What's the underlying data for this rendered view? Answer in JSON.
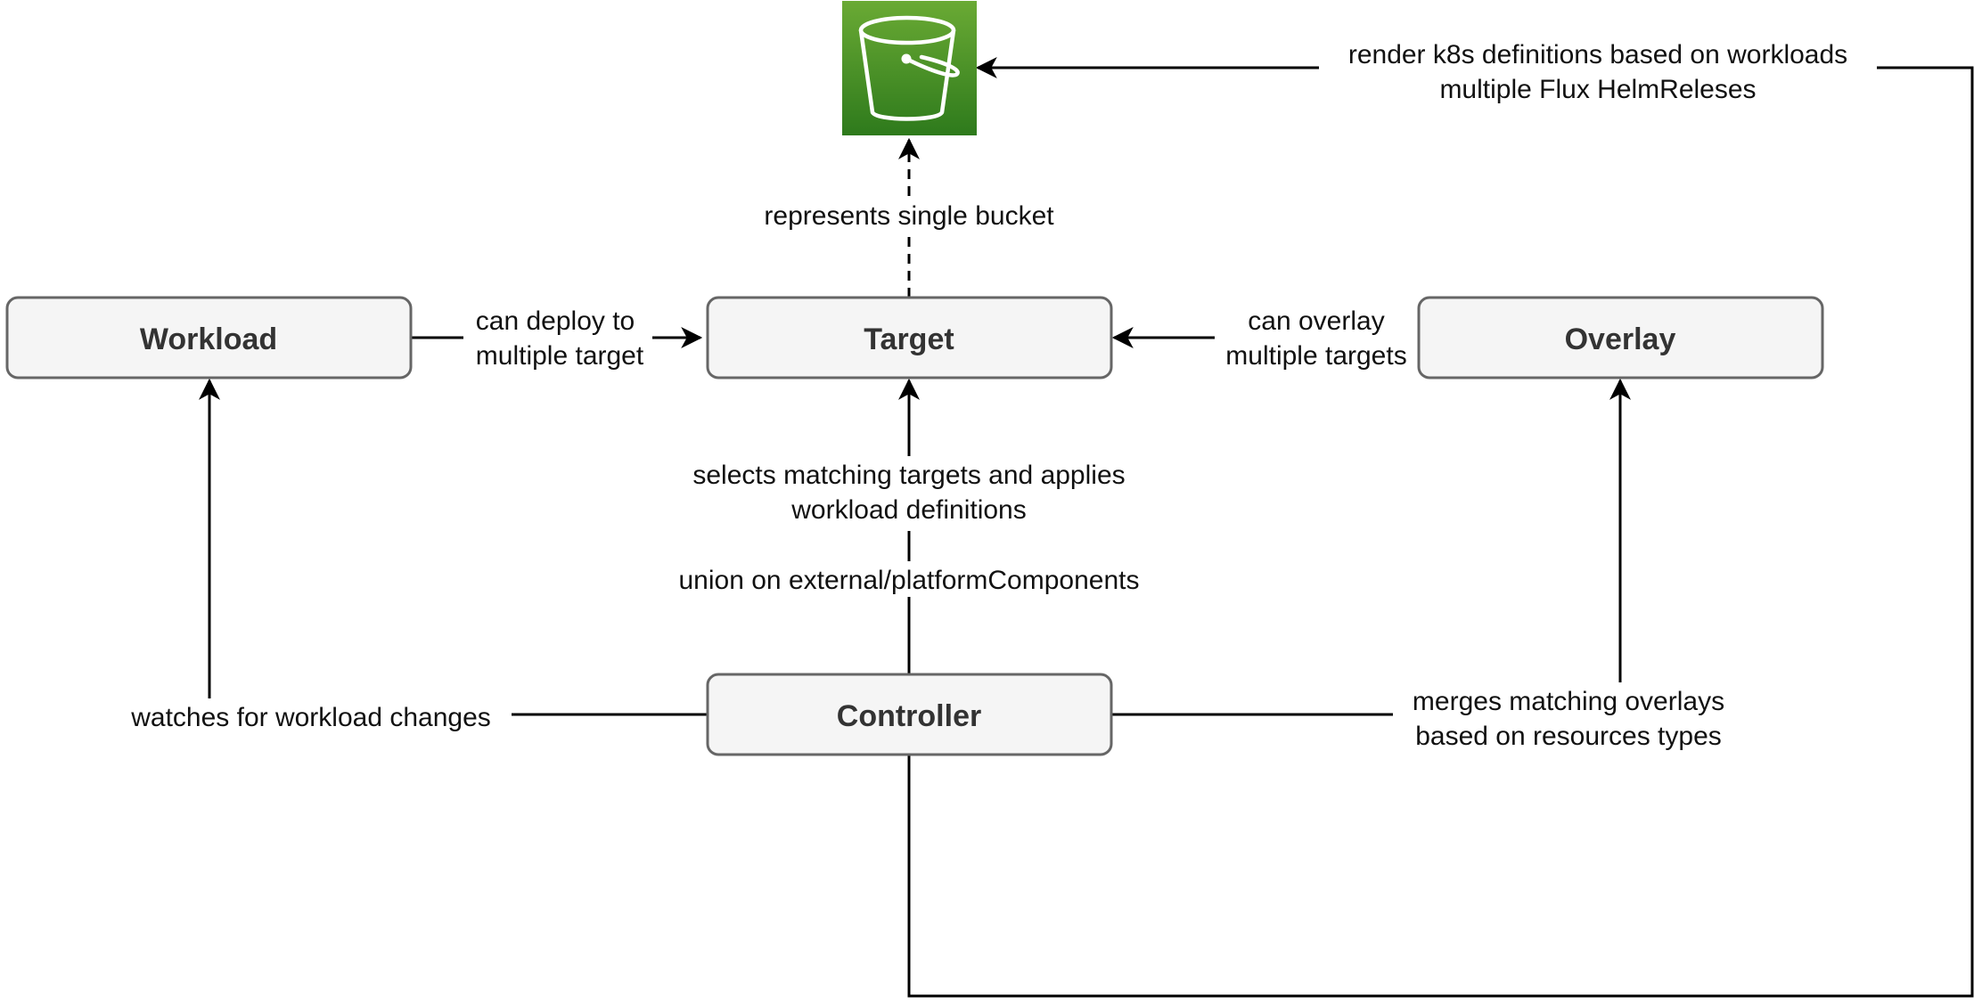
{
  "nodes": {
    "workload": {
      "label": "Workload"
    },
    "target": {
      "label": "Target"
    },
    "overlay": {
      "label": "Overlay"
    },
    "controller": {
      "label": "Controller"
    },
    "bucket": {
      "icon": "s3-bucket-icon"
    }
  },
  "edges": {
    "workload_to_target": {
      "line1": "can deploy to",
      "line2": "multiple target"
    },
    "overlay_to_target": {
      "line1": "can overlay",
      "line2": "multiple targets"
    },
    "target_to_bucket": {
      "line1": "represents single bucket"
    },
    "controller_to_target": {
      "line1": "selects matching targets and applies",
      "line2": "workload definitions",
      "line3": "union on external/platformComponents"
    },
    "controller_to_workload": {
      "line1": "watches for workload changes"
    },
    "controller_to_overlay": {
      "line1": "merges matching overlays",
      "line2": "based on resources types"
    },
    "controller_to_bucket": {
      "line1": "render k8s definitions based on workloads",
      "line2": "multiple Flux HelmReleses"
    }
  },
  "colors": {
    "bucket_top": "#6aaa34",
    "bucket_bottom": "#2e7a1c",
    "node_fill": "#f5f5f5",
    "node_stroke": "#666666"
  }
}
